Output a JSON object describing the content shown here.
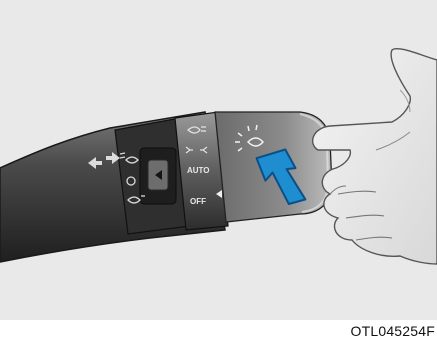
{
  "figure": {
    "code": "OTL045254F",
    "switch_positions": {
      "off": "OFF",
      "auto": "AUTO"
    },
    "icons": [
      "turn-signal-arrows-icon",
      "fog-light-icon",
      "parking-light-icon",
      "headlight-icon",
      "high-beam-icon",
      "auto-light-icon",
      "push-direction-arrow-icon"
    ],
    "colors": {
      "arrow": "#1f8ed0",
      "arrow_outline": "#0b4f86",
      "background": "#e9e9e9",
      "lever": "#3a3a3a"
    }
  }
}
